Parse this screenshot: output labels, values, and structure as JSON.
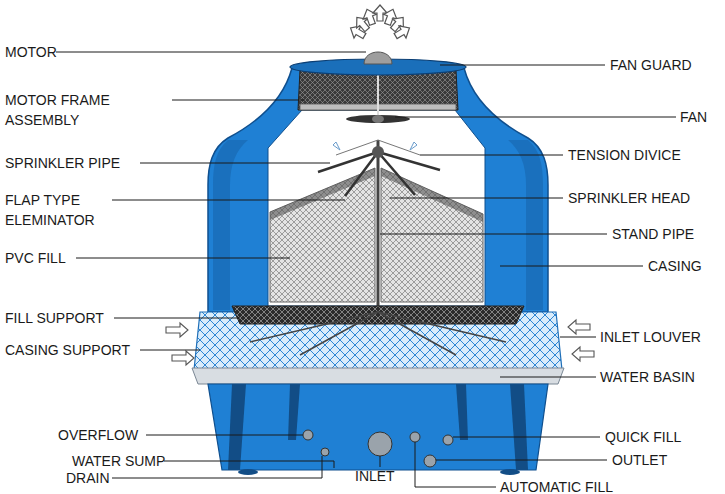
{
  "diagram": {
    "labels": [
      "MOTOR",
      "FAN GUARD",
      "MOTOR FRAME ASSEMBLY",
      "FAN",
      "SPRINKLER PIPE",
      "TENSION DIVICE",
      "FLAP TYPE ELEMINATOR",
      "SPRINKLER HEAD",
      "STAND PIPE",
      "PVC FILL",
      "CASING",
      "FILL SUPPORT",
      "INLET LOUVER",
      "CASING SUPPORT",
      "WATER BASIN",
      "OVERFLOW",
      "QUICK FILL",
      "OUTLET",
      "WATER SUMP",
      "DRAIN",
      "INLET",
      "AUTOMATIC FILL"
    ]
  }
}
